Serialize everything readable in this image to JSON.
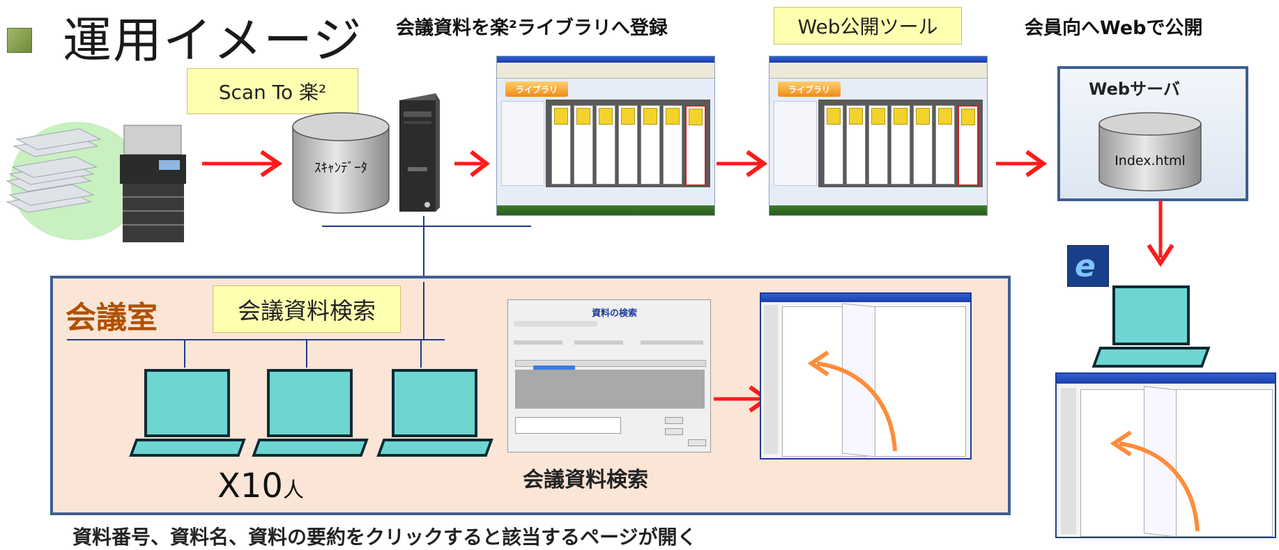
{
  "page_title": "運用イメージ",
  "scan_to_label": "Scan To 楽²",
  "scan_data_label": "ｽｷｬﾝﾃﾞｰﾀ",
  "step_register": "会議資料を楽²ライブラリへ登録",
  "step_web_tool": "Web公開ツール",
  "step_publish": "会員向へWebで公開",
  "web_server_label": "Webサーバ",
  "index_file_label": "Index.html",
  "room_label": "会議室",
  "room_search_label": "会議資料検索",
  "people_count_prefix": "X10",
  "people_count_unit": "人",
  "search_caption": "会議資料検索",
  "bottom_note": "資料番号、資料名、資料の要約をクリックすると該当するページが開く",
  "library_logo_text": "ライブラリ",
  "search_window_title": "資料の検索",
  "colors": {
    "arrow": "#ff1a1a",
    "frame": "#3d5f91",
    "room_bg": "#fbe5d6",
    "callout": "#ffffb0",
    "laptop": "#6dd6d0"
  }
}
